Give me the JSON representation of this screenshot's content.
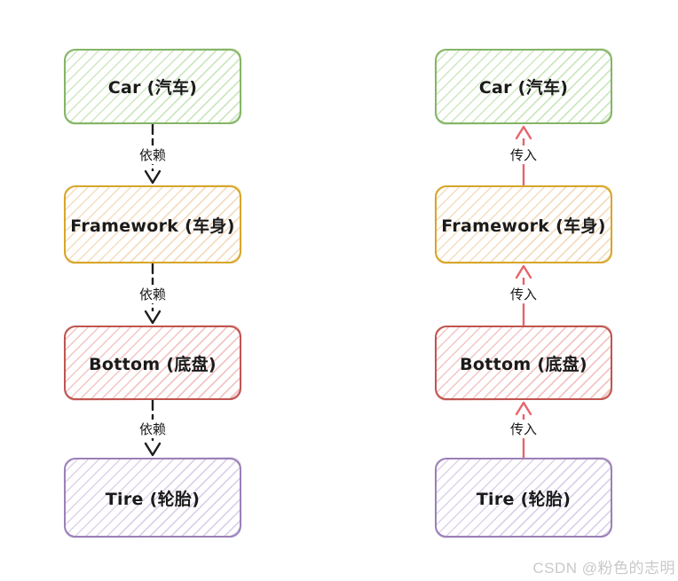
{
  "page": {
    "background": "#ffffff",
    "watermark": "CSDN @粉色的志明"
  },
  "flows": [
    {
      "name": "dependency-flow",
      "edge_label": "依赖",
      "edge_style": {
        "color": "#1d1d1d",
        "dash": "dashed",
        "direction": "down"
      },
      "nodes": [
        {
          "label": "Car (汽车)",
          "border_color": "#84b566",
          "hatch_color": "#cde7c0"
        },
        {
          "label": "Framework (车身)",
          "border_color": "#d8a62a",
          "hatch_color": "#f4ddc0"
        },
        {
          "label": "Bottom (底盘)",
          "border_color": "#c05550",
          "hatch_color": "#f0c6c4"
        },
        {
          "label": "Tire (轮胎)",
          "border_color": "#9b80b8",
          "hatch_color": "#ddd2e9"
        }
      ]
    },
    {
      "name": "injection-flow",
      "edge_label": "传入",
      "edge_style": {
        "color": "#e7646b",
        "dash": "solid",
        "direction": "up"
      },
      "nodes": [
        {
          "label": "Car (汽车)",
          "border_color": "#84b566",
          "hatch_color": "#cde7c0"
        },
        {
          "label": "Framework (车身)",
          "border_color": "#d8a62a",
          "hatch_color": "#f4ddc0"
        },
        {
          "label": "Bottom (底盘)",
          "border_color": "#c05550",
          "hatch_color": "#f0c6c4"
        },
        {
          "label": "Tire (轮胎)",
          "border_color": "#9b80b8",
          "hatch_color": "#ddd2e9"
        }
      ]
    }
  ]
}
